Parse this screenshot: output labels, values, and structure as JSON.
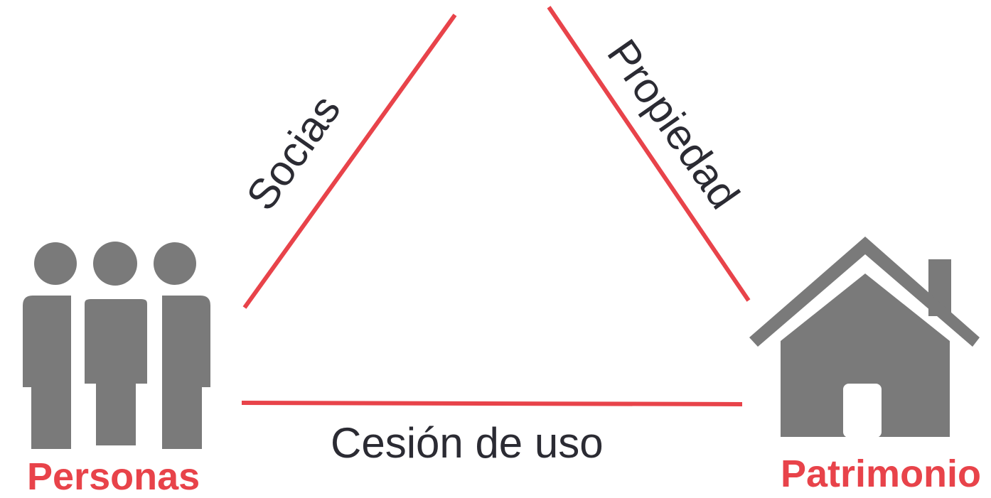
{
  "colors": {
    "accent": "#e8434a",
    "icon": "#7a7a7a",
    "text": "#2b2b33"
  },
  "nodes": {
    "people": {
      "label": "Personas",
      "icon": "people-group-icon"
    },
    "assets": {
      "label": "Patrimonio",
      "icon": "house-icon"
    }
  },
  "edges": {
    "people_top": {
      "label": "Socias"
    },
    "top_assets": {
      "label": "Propiedad"
    },
    "people_assets": {
      "label": "Cesión de uso"
    }
  }
}
